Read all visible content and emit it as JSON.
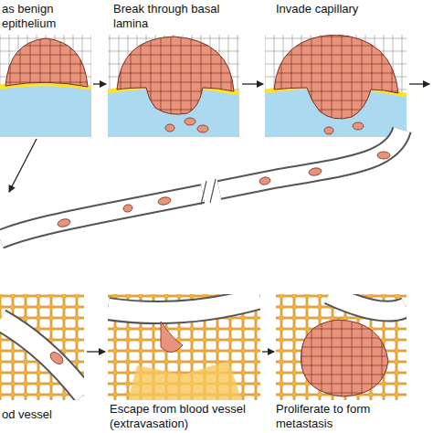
{
  "diagram": {
    "labels": [
      "as benign epithelium",
      "Break through basal lamina",
      "Invade capillary",
      "od vessel",
      "Escape from blood vessel (extravasation)",
      "Proliferate to form metastasis"
    ]
  }
}
